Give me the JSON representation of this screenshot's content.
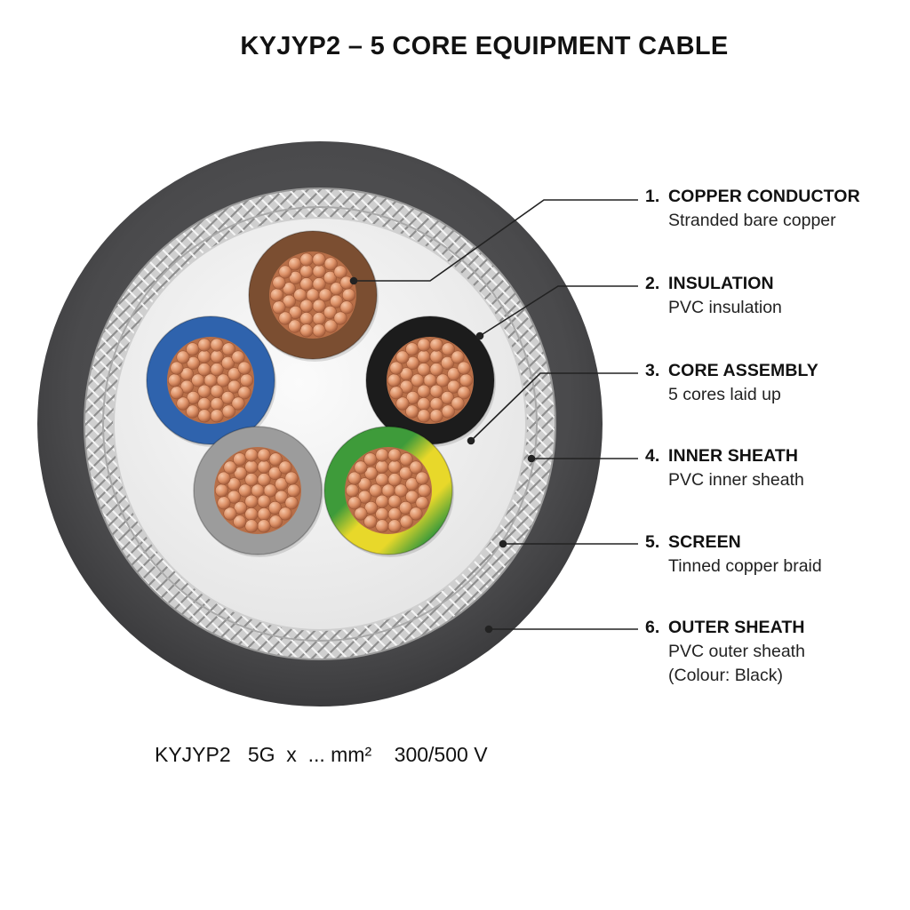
{
  "title": "KYJYP2 – 5 CORE EQUIPMENT CABLE",
  "colors": {
    "outer_sheath": "#4a4a4c",
    "screen_braid": "#c4c4c4",
    "inner_sheath": "#f2f2f2",
    "copper": "#d98c64",
    "core_brown": "#7b4e31",
    "core_blue": "#2f63ad",
    "core_black": "#1c1c1c",
    "core_grey": "#9c9c9c",
    "core_green": "#3e9b3a",
    "core_yellow": "#e8d82a",
    "leader": "#222222"
  },
  "cores": [
    {
      "name": "brown-core",
      "color": "#7b4e31"
    },
    {
      "name": "blue-core",
      "color": "#2f63ad"
    },
    {
      "name": "black-core",
      "color": "#1c1c1c"
    },
    {
      "name": "grey-core",
      "color": "#9c9c9c"
    },
    {
      "name": "green-yellow-core",
      "color": "#3e9b3a",
      "stripe": "#e8d82a"
    }
  ],
  "labels": [
    {
      "num": "1.",
      "name": "COPPER CONDUCTOR",
      "desc": [
        "Stranded bare copper"
      ]
    },
    {
      "num": "2.",
      "name": "INSULATION",
      "desc": [
        "PVC insulation"
      ]
    },
    {
      "num": "3.",
      "name": "CORE ASSEMBLY",
      "desc": [
        "5 cores laid up"
      ]
    },
    {
      "num": "4.",
      "name": "INNER SHEATH",
      "desc": [
        "PVC inner sheath"
      ]
    },
    {
      "num": "5.",
      "name": "SCREEN",
      "desc": [
        "Tinned copper braid"
      ]
    },
    {
      "num": "6.",
      "name": "OUTER SHEATH",
      "desc": [
        "PVC outer sheath",
        "(Colour: Black)"
      ]
    }
  ],
  "spec": {
    "type": "KYJYP2",
    "cores": "5G  x  ... mm²",
    "voltage": "300/500 V"
  }
}
